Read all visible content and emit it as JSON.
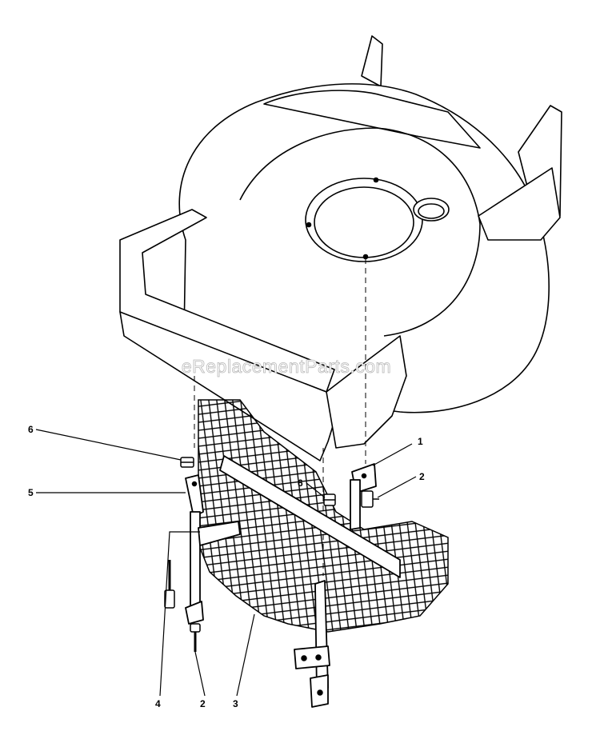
{
  "watermark": "eReplacementParts.com",
  "callouts": {
    "c1": "1",
    "c2_right": "2",
    "c2_bottom": "2",
    "c3": "3",
    "c4": "4",
    "c5": "5",
    "c6_top": "6",
    "c6_mid": "6"
  }
}
